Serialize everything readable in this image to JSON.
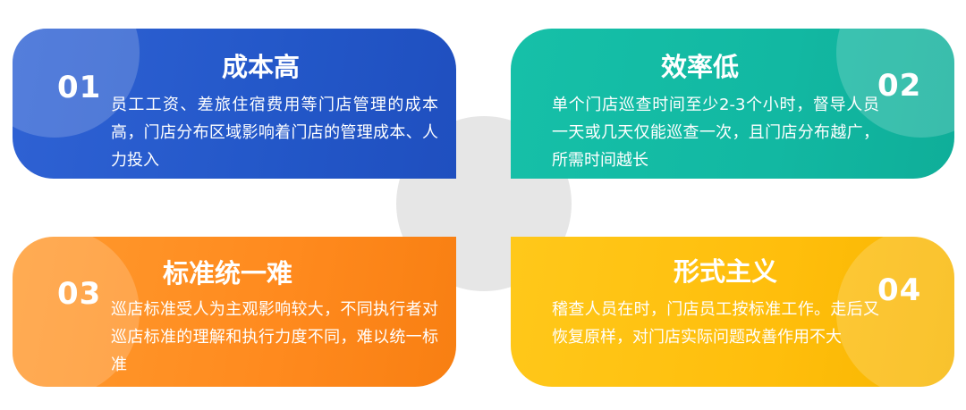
{
  "hub": {},
  "cards": [
    {
      "number": "01",
      "title": "成本高",
      "desc": "员工工资、差旅住宿费用等门店管理的成本高，门店分布区域影响着门店的管理成本、人力投入",
      "color": "#2357c8"
    },
    {
      "number": "02",
      "title": "效率低",
      "desc": "单个门店巡查时间至少2-3个小时，督导人员一天或几天仅能巡查一次，且门店分布越广，所需时间越长",
      "color": "#12b8a2"
    },
    {
      "number": "03",
      "title": "标准统一难",
      "desc": "巡店标准受人为主观影响较大，不同执行者对巡店标准的理解和执行力度不同，难以统一标准",
      "color": "#ff8a1e"
    },
    {
      "number": "04",
      "title": "形式主义",
      "desc": "稽查人员在时，门店员工按标准工作。走后又恢复原样，对门店实际问题改善作用不大",
      "color": "#ffbe0c"
    }
  ]
}
